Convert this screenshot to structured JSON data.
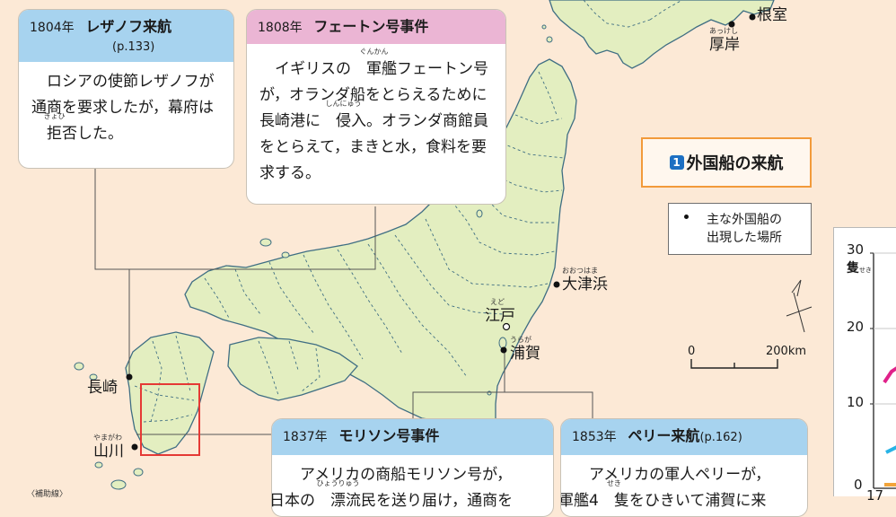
{
  "map": {
    "title": {
      "number": "1",
      "text": "外国船の来航"
    },
    "legend": {
      "line1": "主な外国船の",
      "line2": "出現した場所"
    },
    "scale": {
      "zero": "0",
      "max": "200km"
    },
    "places": {
      "nemuro": "根室",
      "akkeshi": "厚岸",
      "akkeshi_furi": "あっけし",
      "otsuhama": "大津浜",
      "otsuhama_furi": "おおつはま",
      "edo": "江戸",
      "edo_furi": "えど",
      "uraga": "浦賀",
      "uraga_furi": "うらが",
      "nagasaki": "長崎",
      "yamagawa": "山川",
      "yamagawa_furi": "やまがわ"
    },
    "corner_note": "〈補助線〉"
  },
  "events": {
    "rezanov": {
      "year": "1804年",
      "title": "レザノフ来航",
      "page": "(p.133)",
      "body_a": "ロシアの使節レザノフが通商を要求したが，幕府は",
      "body_ruby": "拒否",
      "body_ruby_rt": "きょひ",
      "body_b": "した。"
    },
    "phaeton": {
      "year": "1808年",
      "title": "フェートン号事件",
      "body_a": "イギリスの",
      "ruby1": "軍艦",
      "ruby1_rt": "ぐんかん",
      "body_b": "フェートン号が，オランダ船をとらえるために長崎港に",
      "ruby2": "侵入",
      "ruby2_rt": "しんにゅう",
      "body_c": "。オランダ商館員をとらえて，まきと水，食料を要求する。"
    },
    "morrison": {
      "year": "1837年",
      "title": "モリソン号事件",
      "body_a": "アメリカの商船モリソン号が，",
      "body_b": "日本の",
      "ruby1": "漂流",
      "ruby1_rt": "ひょうりゅう",
      "body_c": "民を送り届け，通商を"
    },
    "perry": {
      "year": "1853年",
      "title": "ペリー来航",
      "page": "(p.162)",
      "body_a": "アメリカの軍人ペリーが，",
      "body_b": "軍艦4",
      "ruby1": "隻",
      "ruby1_rt": "せき",
      "body_c": "をひきいて浦賀に来"
    }
  },
  "chart": {
    "y_unit": "隻",
    "y_unit_furi": "せき",
    "y_ticks": [
      "30",
      "20",
      "10",
      "0"
    ],
    "x_first_tick": "17"
  },
  "colors": {
    "sea": "#fce9d6",
    "land": "#e3eec0",
    "coast": "#3f6e83",
    "head_blue": "#a7d3ef",
    "head_pink": "#ebb5d4",
    "title_border": "#f29a3a",
    "inset_box": "#e53935"
  }
}
